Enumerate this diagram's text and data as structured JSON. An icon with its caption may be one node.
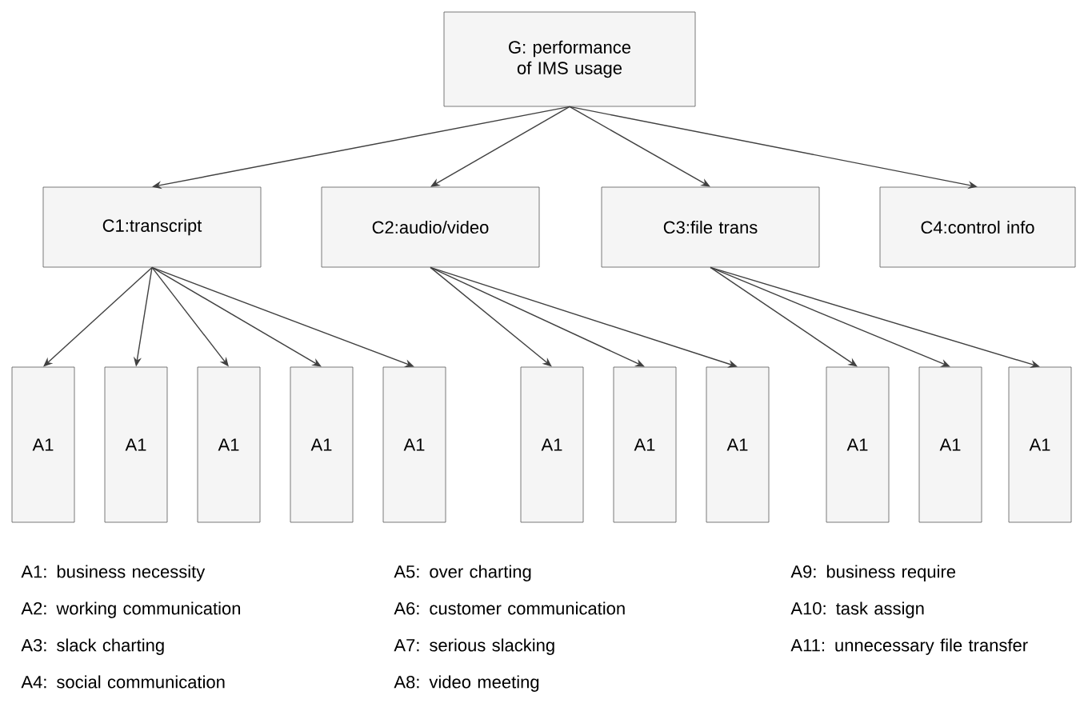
{
  "diagram": {
    "nodes": [
      {
        "text": [
          "G: performance of IMS usage"
        ]
      },
      {
        "text": [
          "C1:transcript"
        ]
      },
      {
        "text": [
          "C2:audio/video"
        ]
      },
      {
        "text": [
          "C3:file trans"
        ]
      },
      {
        "text": [
          "C4:control info"
        ]
      },
      {
        "text": [
          "A1"
        ]
      },
      {
        "text": [
          "A1"
        ]
      },
      {
        "text": [
          "A1"
        ]
      },
      {
        "text": [
          "A1"
        ]
      },
      {
        "text": [
          "A1"
        ]
      },
      {
        "text": [
          "A1"
        ]
      },
      {
        "text": [
          "A1"
        ]
      },
      {
        "text": [
          "A1"
        ]
      },
      {
        "text": [
          "A1"
        ]
      },
      {
        "text": [
          "A1"
        ]
      },
      {
        "text": [
          "A1"
        ]
      }
    ],
    "edges": [
      {
        "from": 0,
        "to": 1,
        "arrow": "to"
      },
      {
        "from": 0,
        "to": 2,
        "arrow": "to"
      },
      {
        "from": 0,
        "to": 3,
        "arrow": "to"
      },
      {
        "from": 0,
        "to": 4,
        "arrow": "to"
      },
      {
        "from": 1,
        "to": 5,
        "arrow": "to"
      },
      {
        "from": 1,
        "to": 6,
        "arrow": "to"
      },
      {
        "from": 1,
        "to": 7,
        "arrow": "to"
      },
      {
        "from": 1,
        "to": 8,
        "arrow": "to"
      },
      {
        "from": 1,
        "to": 9,
        "arrow": "to"
      },
      {
        "from": 2,
        "to": 10,
        "arrow": "to"
      },
      {
        "from": 2,
        "to": 11,
        "arrow": "to"
      },
      {
        "from": 2,
        "to": 12,
        "arrow": "to"
      },
      {
        "from": 3,
        "to": 13,
        "arrow": "to"
      },
      {
        "from": 3,
        "to": 14,
        "arrow": "to"
      },
      {
        "from": 3,
        "to": 15,
        "arrow": "to"
      }
    ],
    "labels": [
      "A1: business necessity",
      "A2: working communication",
      "A3: slack charting",
      "A4: social communication",
      "A5: over charting",
      "A6: customer communication",
      "A7: serious slacking",
      "A8: video meeting",
      "A9: business require",
      "A10: task assign",
      "A11: unnecessary file transfer"
    ]
  }
}
